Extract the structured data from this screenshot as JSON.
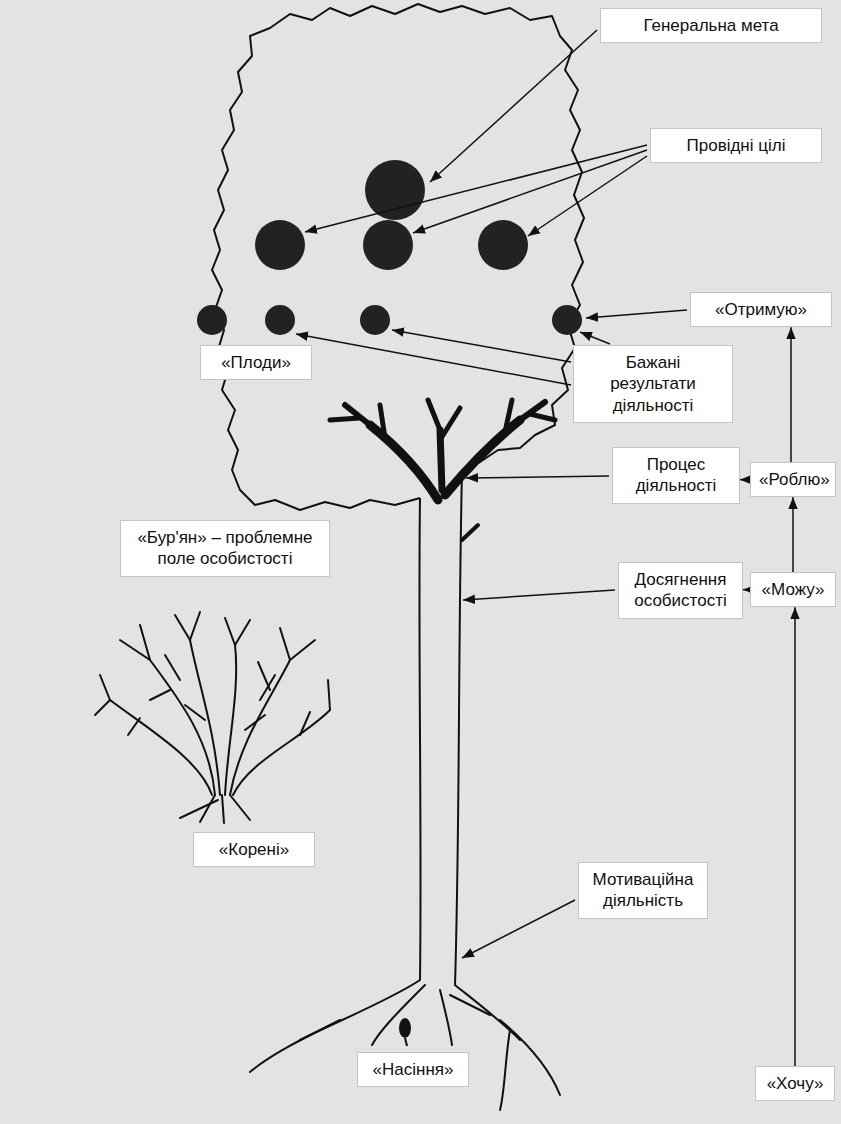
{
  "diagram": {
    "nodes": [
      {
        "text": [
          "Генеральна мета"
        ]
      },
      {
        "text": [
          "Провідні цілі"
        ]
      },
      {
        "text": [
          "«Отримую»"
        ]
      },
      {
        "text": [
          "«Плоди»"
        ]
      },
      {
        "text": [
          "Бажані результати діяльності"
        ]
      },
      {
        "text": [
          "Процес діяльності"
        ]
      },
      {
        "text": [
          "«Роблю»"
        ]
      },
      {
        "text": [
          "«Бур'ян» – проблемне поле особистості"
        ]
      },
      {
        "text": [
          "Досягнення особистості"
        ]
      },
      {
        "text": [
          "«Можу»"
        ]
      },
      {
        "text": [
          "«Корені»"
        ]
      },
      {
        "text": [
          "Мотиваційна діяльність"
        ]
      },
      {
        "text": [
          "«Насіння»"
        ]
      },
      {
        "text": [
          "«Хочу»"
        ]
      }
    ],
    "edges": [
      {
        "from": 6,
        "to": 2,
        "arrow": "to"
      },
      {
        "from": 9,
        "to": 6,
        "arrow": "to"
      },
      {
        "from": 13,
        "to": 9,
        "arrow": "to"
      },
      {
        "from": 6,
        "to": 5,
        "arrow": "to"
      },
      {
        "from": 9,
        "to": 8,
        "arrow": "to"
      }
    ]
  }
}
